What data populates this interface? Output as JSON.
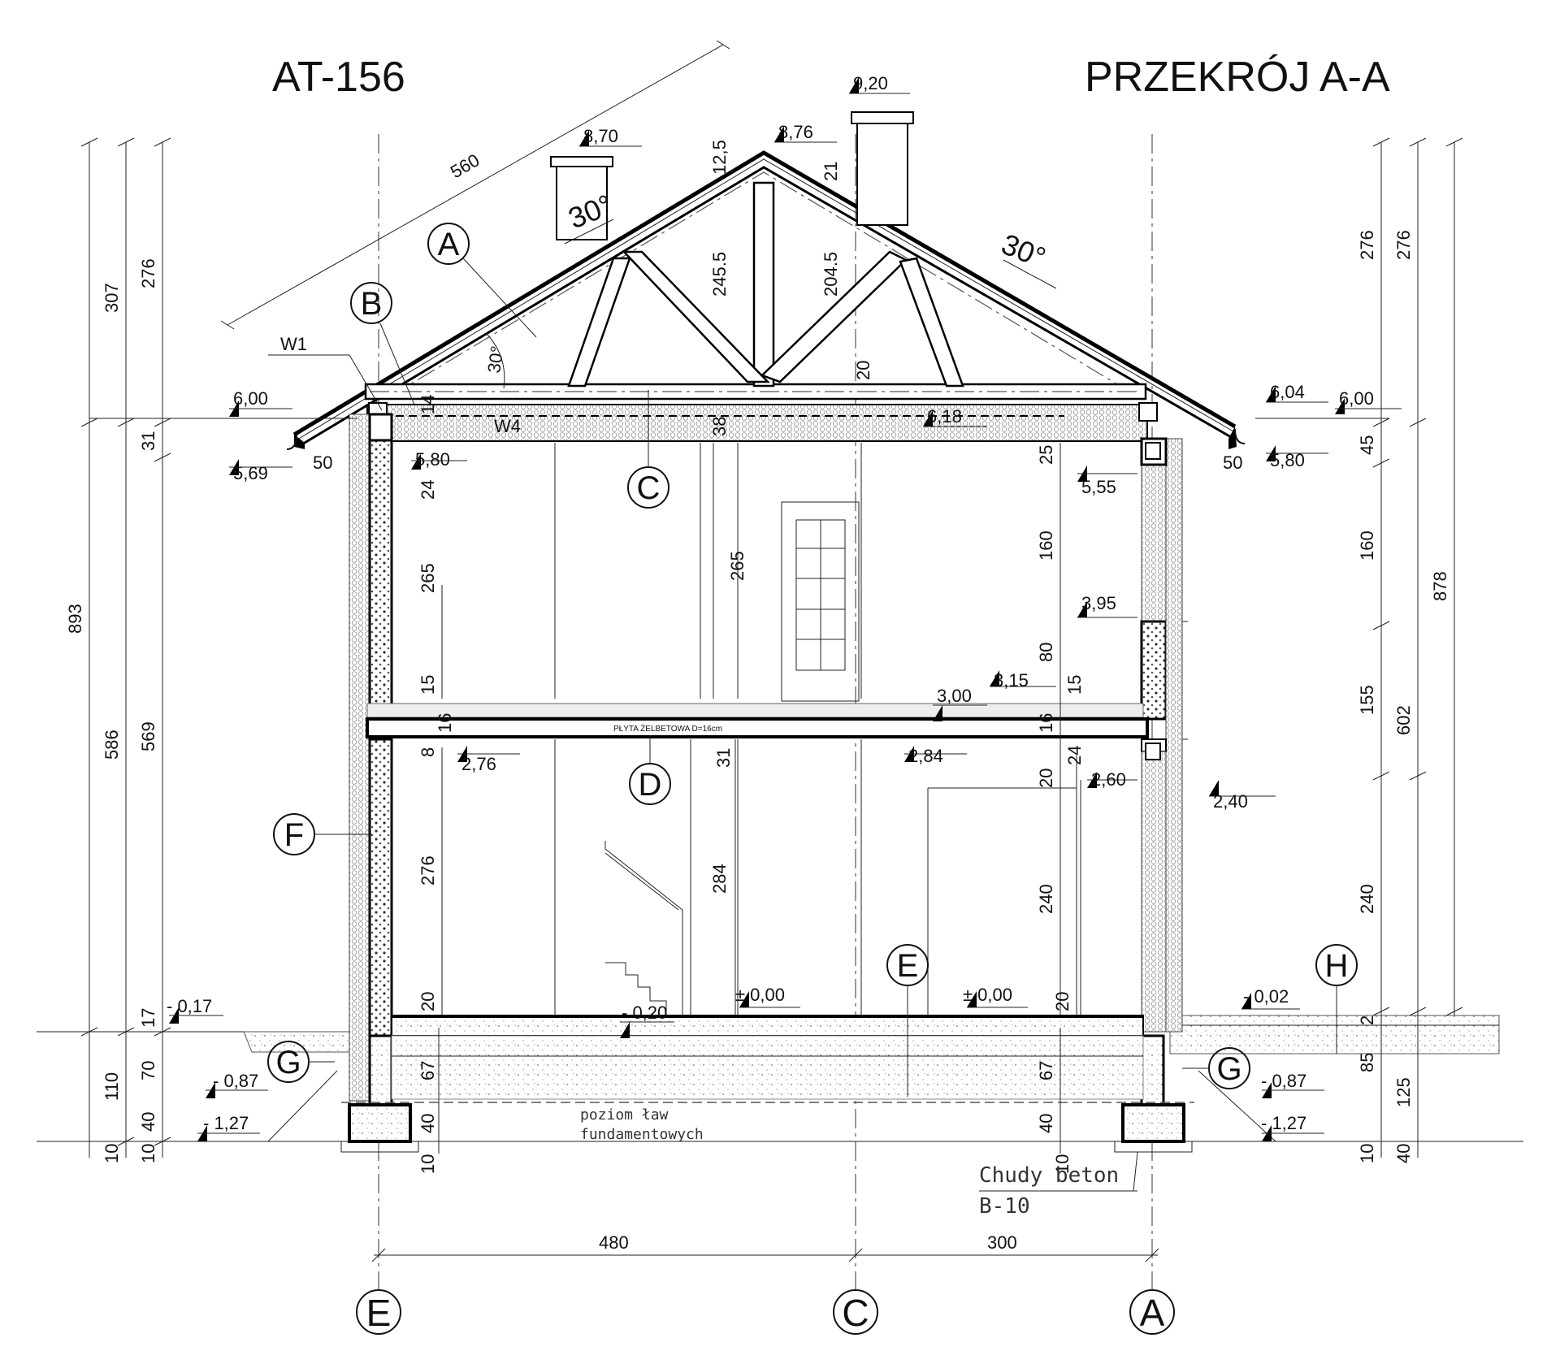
{
  "title_left": "AT-156",
  "title_right": "PRZEKRÓJ  A-A",
  "slab_label": "PŁYTA ŻELBETOWA D=16cm",
  "foundation_note": [
    "poziom ław",
    "fundamentowych"
  ],
  "lean_concrete": [
    "Chudy beton",
    "B-10"
  ],
  "roof": {
    "slope_left": "30°",
    "slope_right": "30°",
    "slope_inner": "30°",
    "rafter_length": "560"
  },
  "wall_marks": {
    "w1": "W1",
    "w4": "W4"
  },
  "detail_tags": [
    "A",
    "B",
    "C",
    "D",
    "E",
    "F",
    "G",
    "G",
    "H"
  ],
  "axes": [
    "E",
    "C",
    "A"
  ],
  "levels": {
    "chimney_top": "9,20",
    "ridge_left": "8,70",
    "ridge": "8,76",
    "eave_left": "6,00",
    "eave_right_a": "6,04",
    "eave_right_b": "6,00",
    "ceiling_top": "6,18",
    "wall_top_left": "5,69",
    "wall_top_in": "5,80",
    "wall_top_right": "5,80",
    "window_top": "5,55",
    "window_sill": "3,95",
    "first_floor_b": "3,15",
    "first_floor_a": "3,00",
    "slab_bottom_a": "2,76",
    "slab_bottom_b": "2,84",
    "lintel_a": "2,60",
    "lintel_b": "2,40",
    "ground_floor_a": "± 0,00",
    "ground_floor_b": "± 0,00",
    "ground_left": "- 0,17",
    "stair_base": "- 0,20",
    "ground_right": "- 0,02",
    "foot_top_left": "- 0,87",
    "foot_top_right": "- 0,87",
    "foot_bottom_left": "- 1,27",
    "foot_bottom_right": "- 1,27"
  },
  "dims": {
    "left_outer": [
      "307",
      "586",
      "110",
      "10"
    ],
    "left_mid": [
      "276",
      "31",
      "569",
      "17",
      "70",
      "40",
      "10"
    ],
    "right_mid": [
      "276",
      "45",
      "160",
      "155",
      "240",
      "2",
      "85",
      "10"
    ],
    "right_outer": [
      "276",
      "602",
      "878",
      "125",
      "40"
    ],
    "left_total": "893",
    "bottom": [
      "480",
      "300"
    ],
    "eaves": [
      "50",
      "50"
    ],
    "roof": [
      "12,5",
      "21",
      "245.5",
      "204.5",
      "20",
      "14",
      "38"
    ],
    "interior_left": [
      "24",
      "265",
      "15",
      "16",
      "8",
      "276",
      "20",
      "67",
      "40",
      "10"
    ],
    "interior_mid": [
      "265",
      "31",
      "284"
    ],
    "interior_right": [
      "25",
      "160",
      "80",
      "15",
      "16",
      "24",
      "20",
      "240",
      "20",
      "67",
      "40",
      "10"
    ]
  }
}
